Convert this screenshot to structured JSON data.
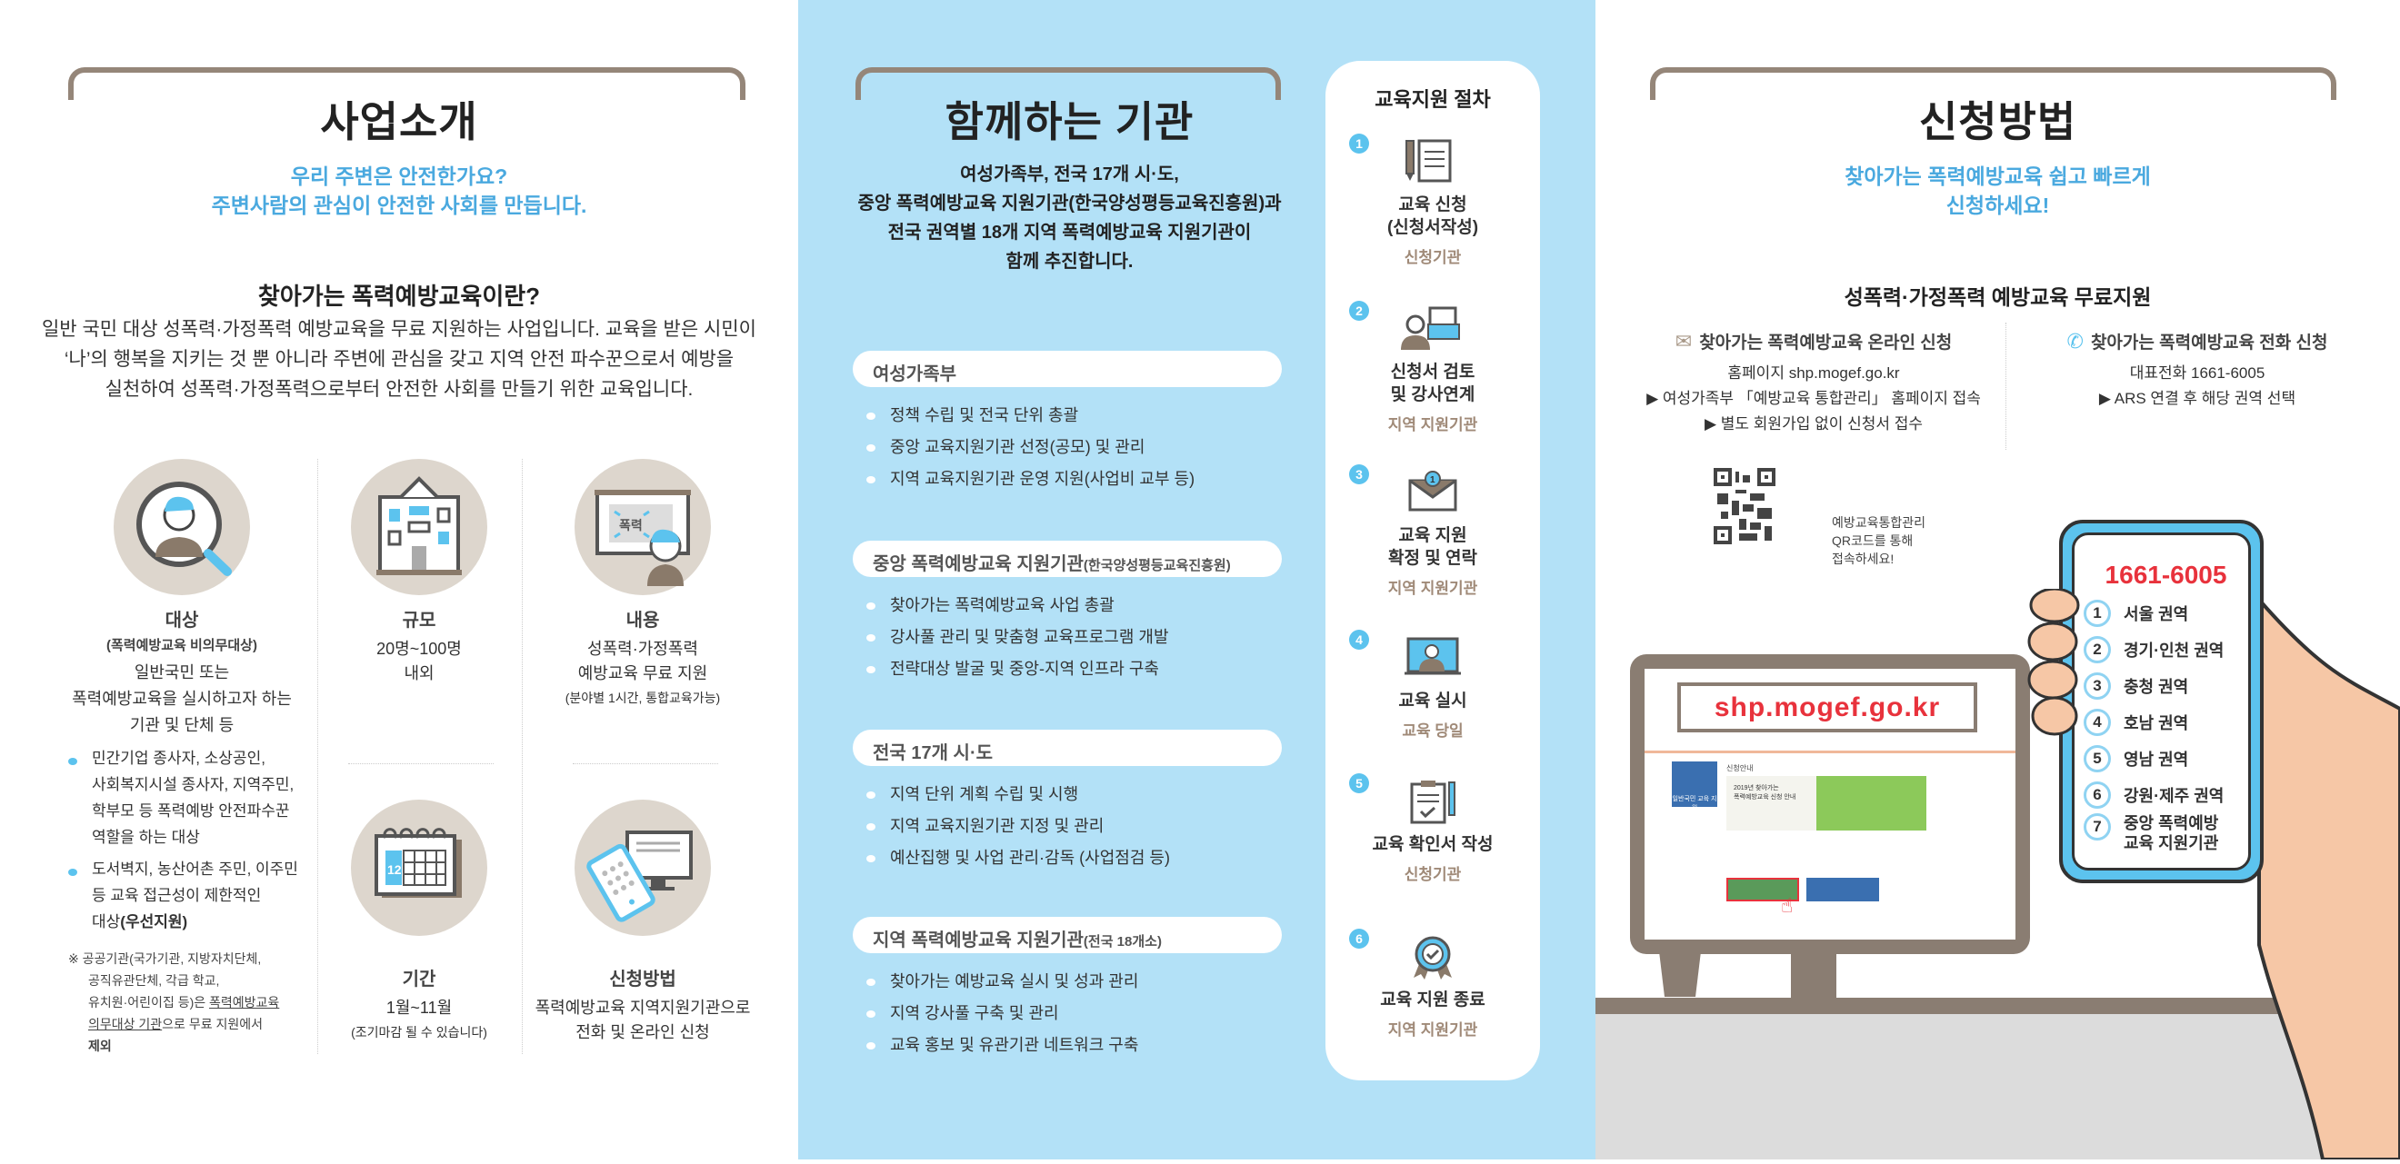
{
  "intro": {
    "title": "사업소개",
    "slogan": [
      "우리 주변은 안전한가요?",
      "주변사람의 관심이 안전한 사회를 만듭니다."
    ],
    "question": "찾아가는 폭력예방교육이란?",
    "description": [
      "일반 국민 대상 성폭력·가정폭력 예방교육을 무료 지원하는 사업입니다. 교육을 받은 시민이",
      "‘나’의 행복을 지키는 것 뿐 아니라 주변에 관심을 갖고 지역 안전 파수꾼으로서 예방을",
      "실천하여 성폭력·가정폭력으로부터 안전한 사회를 만들기 위한 교육입니다."
    ],
    "target": {
      "label": "대상",
      "sublabel": "(폭력예방교육 비의무대상)",
      "text": [
        "일반국민 또는",
        "폭력예방교육을 실시하고자 하는",
        "기관 및 단체 등"
      ],
      "bullets": [
        [
          "민간기업 종사자, 소상공인,",
          "사회복지시설 종사자, 지역주민,",
          "학부모 등 폭력예방 안전파수꾼",
          "역할을 하는 대상"
        ],
        [
          "도서벽지, 농산어촌 주민, 이주민",
          "등 교육 접근성이 제한적인",
          "대상",
          "(우선지원)"
        ]
      ],
      "note": [
        "※ 공공기관(국가기관, 지방자치단체,",
        "공직유관단체, 각급 학교,",
        "유치원·어린이집 등)은 ",
        "폭력예방교육",
        "의무대상 기관",
        "으로 무료 지원에서",
        "제외"
      ]
    },
    "scale": {
      "label": "규모",
      "text": [
        "20명~100명",
        "내외"
      ]
    },
    "content": {
      "label": "내용",
      "text": [
        "성폭력·가정폭력",
        "예방교육 무료 지원"
      ],
      "note": "(분야별 1시간, 통합교육가능)",
      "board_text": "폭력"
    },
    "period": {
      "label": "기간",
      "text": "1월~11월",
      "note": "(조기마감 될 수 있습니다)",
      "calendar_day": "12"
    },
    "method": {
      "label": "신청방법",
      "text": [
        "폭력예방교육 지역지원기관으로",
        "전화 및 온라인 신청"
      ]
    }
  },
  "partners": {
    "title": "함께하는 기관",
    "description": [
      "여성가족부, 전국 17개 시·도,",
      "중앙 폭력예방교육 지원기관(한국양성평등교육진흥원)과",
      "전국 권역별 18개 지역 폭력예방교육 지원기관이",
      "함께 추진합니다."
    ],
    "groups": [
      {
        "name": "여성가족부",
        "suffix": "",
        "items": [
          "정책 수립 및 전국 단위 총괄",
          "중앙 교육지원기관 선정(공모) 및 관리",
          "지역 교육지원기관 운영 지원(사업비 교부 등)"
        ]
      },
      {
        "name": "중앙 폭력예방교육 지원기관",
        "suffix": "(한국양성평등교육진흥원)",
        "items": [
          "찾아가는 폭력예방교육 사업 총괄",
          "강사풀 관리 및 맞춤형 교육프로그램 개발",
          "전략대상 발굴 및 중앙-지역 인프라 구축"
        ]
      },
      {
        "name": "전국 17개 시·도",
        "suffix": "",
        "items": [
          "지역 단위 계획 수립 및 시행",
          "지역 교육지원기관 지정 및 관리",
          "예산집행 및 사업 관리·감독 (사업점검 등)"
        ]
      },
      {
        "name": "지역 폭력예방교육 지원기관",
        "suffix": "(전국 18개소)",
        "items": [
          "찾아가는 예방교육 실시 및 성과 관리",
          "지역 강사풀 구축 및 관리",
          "교육 홍보 및 유관기관 네트워크 구축"
        ]
      }
    ]
  },
  "procedure": {
    "title": "교육지원 절차",
    "steps": [
      {
        "num": "1",
        "name": [
          "교육 신청",
          "(신청서작성)"
        ],
        "who": "신청기관",
        "icon": "document-pen-icon"
      },
      {
        "num": "2",
        "name": [
          "신청서 검토",
          "및 강사연계"
        ],
        "who": "지역 지원기관",
        "icon": "person-files-icon"
      },
      {
        "num": "3",
        "name": [
          "교육 지원",
          "확정 및 연락"
        ],
        "who": "지역 지원기관",
        "icon": "envelope-icon",
        "badge": "1"
      },
      {
        "num": "4",
        "name": [
          "교육 실시"
        ],
        "who": "교육 당일",
        "icon": "lecturer-icon"
      },
      {
        "num": "5",
        "name": [
          "교육 확인서 작성"
        ],
        "who": "신청기관",
        "icon": "clipboard-check-icon"
      },
      {
        "num": "6",
        "name": [
          "교육 지원 종료"
        ],
        "who": "지역 지원기관",
        "icon": "award-badge-icon"
      }
    ]
  },
  "apply": {
    "title": "신청방법",
    "slogan": [
      "찾아가는 폭력예방교육 쉽고 빠르게",
      "신청하세요!"
    ],
    "heading": "성폭력·가정폭력 예방교육 무료지원",
    "online": {
      "title": "찾아가는 폭력예방교육 온라인 신청",
      "lines": [
        "홈페이지 shp.mogef.go.kr",
        "▶ 여성가족부 「예방교육 통합관리」 홈페이지 접속",
        "▶ 별도 회원가입 없이 신청서 접수"
      ]
    },
    "phone": {
      "title": "찾아가는 폭력예방교육 전화 신청",
      "lines": [
        "대표전화 1661-6005",
        "▶ ARS 연결 후 해당 권역 선택"
      ]
    },
    "qr_caption": [
      "예방교육통합관리",
      "QR코드를 통해",
      "접속하세요!"
    ],
    "site_url": "shp.mogef.go.kr",
    "site_banner": [
      "2019년 찾아가는",
      "폭력예방교육 신청 안내"
    ],
    "site_page": "신청안내",
    "site_side": "일반국민 교육 지원",
    "phone_number": "1661-6005",
    "regions": [
      {
        "n": "1",
        "name": "서울 권역"
      },
      {
        "n": "2",
        "name": "경기·인천 권역"
      },
      {
        "n": "3",
        "name": "충청 권역"
      },
      {
        "n": "4",
        "name": "호남 권역"
      },
      {
        "n": "5",
        "name": "영남 권역"
      },
      {
        "n": "6",
        "name": "강원·제주 권역"
      },
      {
        "n": "7",
        "name": "중앙 폭력예방교육 지원기관"
      }
    ],
    "colors": {
      "accent_red": "#e8323c",
      "accent_blue": "#4aa9df",
      "brown": "#958679"
    }
  }
}
